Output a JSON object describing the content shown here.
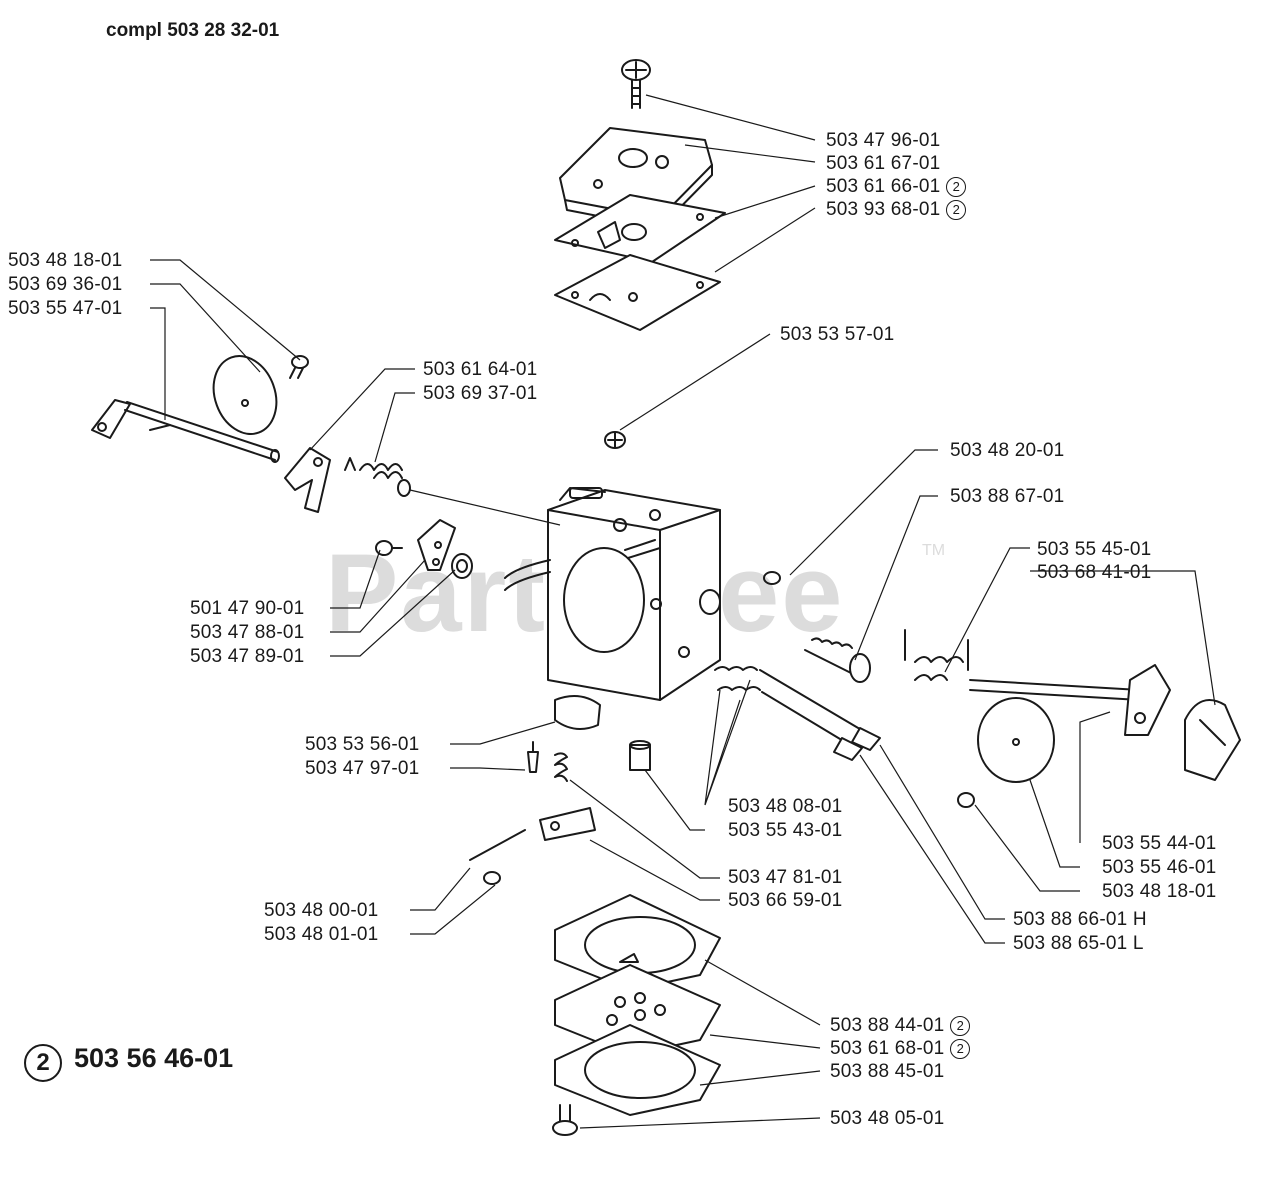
{
  "header": {
    "title": "compl 503 28 32-01"
  },
  "watermark": {
    "text": "PartsTree",
    "tm": "TM"
  },
  "kit": {
    "marker": "2",
    "number": "503 56 46-01"
  },
  "labels": [
    {
      "id": "l1",
      "text": "503 47 96-01"
    },
    {
      "id": "l2",
      "text": "503 61 67-01"
    },
    {
      "id": "l3",
      "text": "503 61 66-01",
      "kit": "2"
    },
    {
      "id": "l4",
      "text": "503 93 68-01",
      "kit": "2"
    },
    {
      "id": "l5",
      "text": "503 48 18-01"
    },
    {
      "id": "l6",
      "text": "503 69 36-01"
    },
    {
      "id": "l7",
      "text": "503 55 47-01"
    },
    {
      "id": "l8",
      "text": "503 53 57-01"
    },
    {
      "id": "l9",
      "text": "503 61 64-01"
    },
    {
      "id": "l10",
      "text": "503 69 37-01"
    },
    {
      "id": "l11",
      "text": "503 48 20-01"
    },
    {
      "id": "l12",
      "text": "503 88 67-01"
    },
    {
      "id": "l13",
      "text": "503 55 45-01"
    },
    {
      "id": "l14",
      "text": "503 68 41-01"
    },
    {
      "id": "l15",
      "text": "501 47 90-01"
    },
    {
      "id": "l16",
      "text": "503 47 88-01"
    },
    {
      "id": "l17",
      "text": "503 47 89-01"
    },
    {
      "id": "l18",
      "text": "503 53 56-01"
    },
    {
      "id": "l19",
      "text": "503 47 97-01"
    },
    {
      "id": "l20",
      "text": "503 48 08-01"
    },
    {
      "id": "l21",
      "text": "503 55 43-01"
    },
    {
      "id": "l22",
      "text": "503 55 44-01"
    },
    {
      "id": "l23",
      "text": "503 55 46-01"
    },
    {
      "id": "l24",
      "text": "503 48 18-01"
    },
    {
      "id": "l25",
      "text": "503 47 81-01"
    },
    {
      "id": "l26",
      "text": "503 66 59-01"
    },
    {
      "id": "l27",
      "text": "503 48 00-01"
    },
    {
      "id": "l28",
      "text": "503 48 01-01"
    },
    {
      "id": "l29",
      "text": "503 88 66-01 H"
    },
    {
      "id": "l30",
      "text": "503 88 65-01 L"
    },
    {
      "id": "l31",
      "text": "503 88 44-01",
      "kit": "2"
    },
    {
      "id": "l32",
      "text": "503 61 68-01",
      "kit": "2"
    },
    {
      "id": "l33",
      "text": "503 88 45-01"
    },
    {
      "id": "l34",
      "text": "503 48 05-01"
    }
  ]
}
